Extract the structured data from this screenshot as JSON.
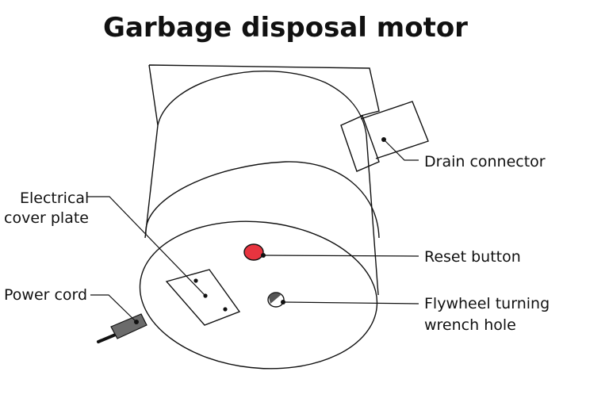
{
  "title": "Garbage disposal motor",
  "labels": {
    "drain_connector": "Drain connector",
    "electrical_cover_plate_line1": "Electrical",
    "electrical_cover_plate_line2": "cover plate",
    "reset_button": "Reset button",
    "power_cord": "Power cord",
    "flywheel_line1": "Flywheel turning",
    "flywheel_line2": "wrench hole"
  },
  "colors": {
    "ink": "#111111",
    "reset_button": "#e8343f",
    "power_cord": "#6b6b6b",
    "background": "#ffffff"
  }
}
